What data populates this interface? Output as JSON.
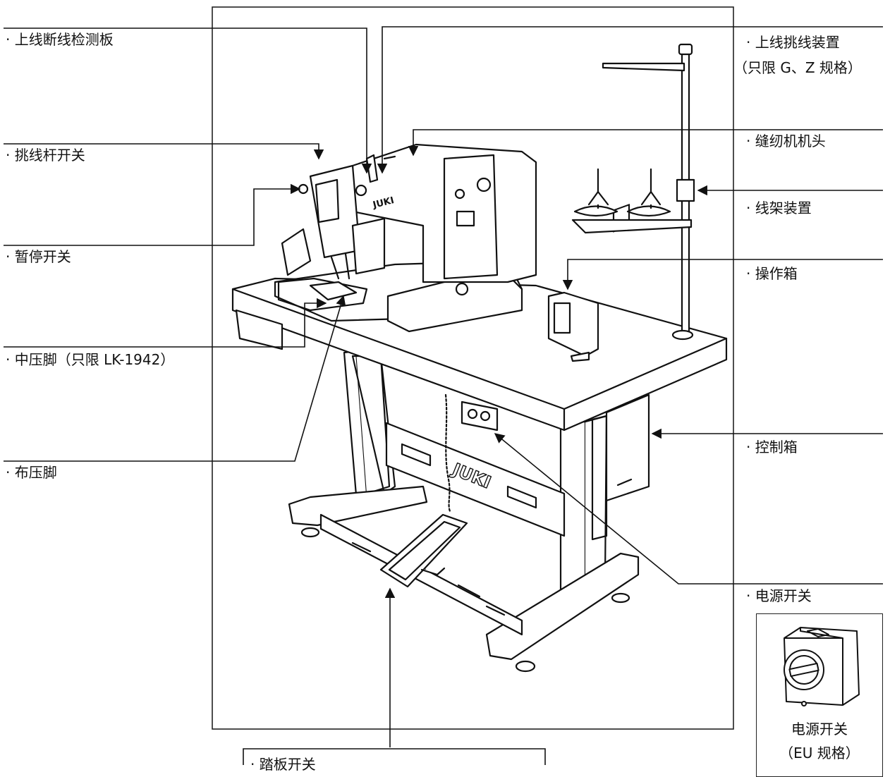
{
  "labels": {
    "thread_breakage_detector": "· 上线断线检测板",
    "thread_take_up_switch": "· 挑线杆开关",
    "pause_switch": "· 暂停开关",
    "center_presser": "· 中压脚（只限 LK-1942）",
    "cloth_presser": "· 布压脚",
    "upper_thread_picker": "· 上线挑线装置",
    "upper_thread_picker_note": "（只限 G、Z 规格）",
    "machine_head": "· 缝纫机机头",
    "thread_stand": "· 线架装置",
    "operation_box": "· 操作箱",
    "control_box": "· 控制箱",
    "power_switch": "· 电源开关",
    "pedal_switch": "· 踏板开关",
    "machine_brand": "JUKI"
  },
  "inset": {
    "title": "电源开关",
    "note": "（EU 规格）"
  }
}
